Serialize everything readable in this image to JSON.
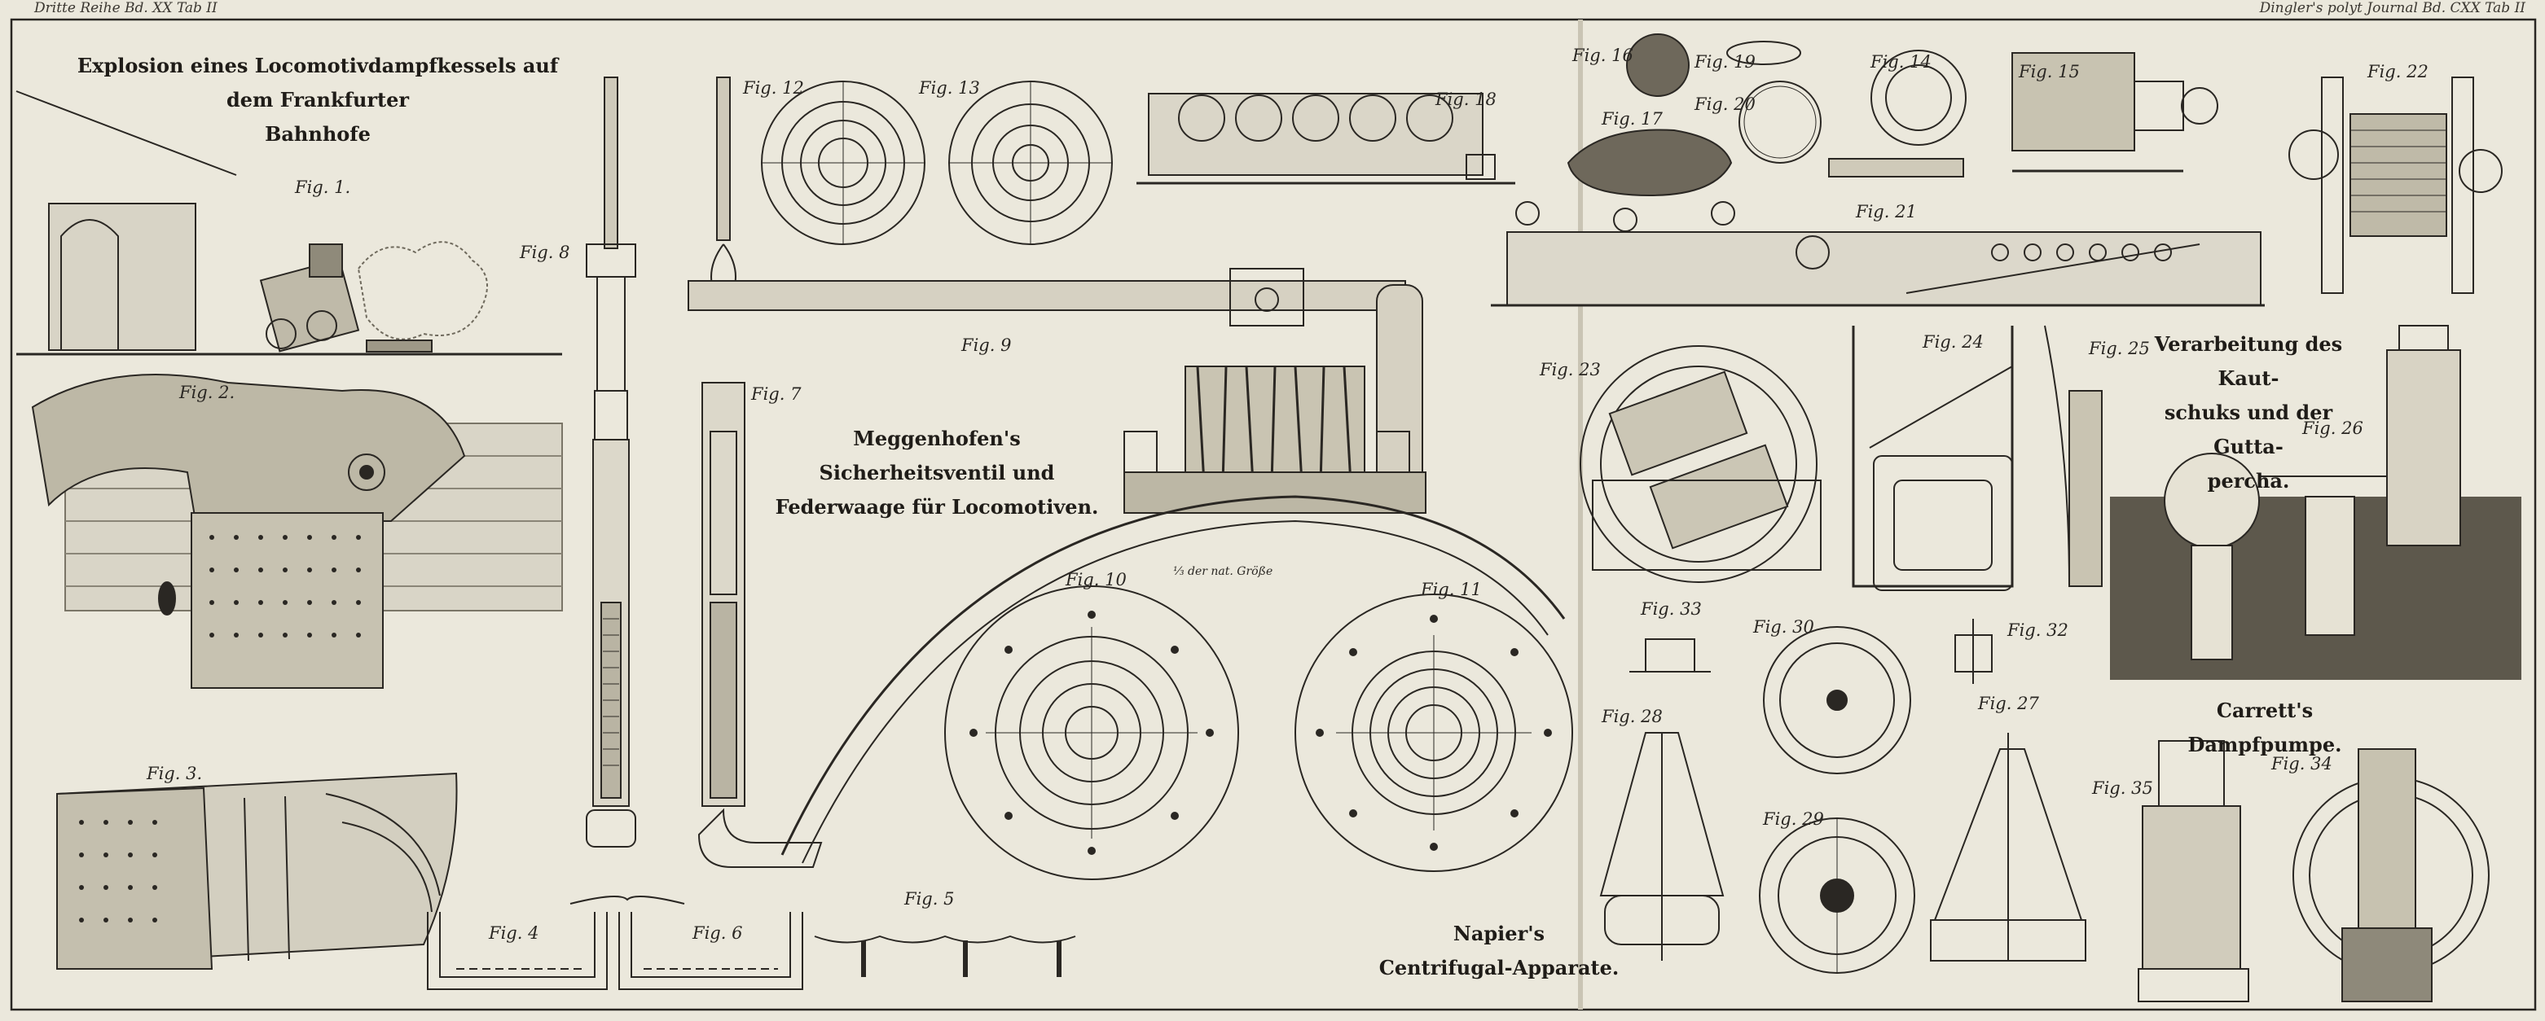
{
  "header": {
    "left": "Dritte Reihe Bd. XX Tab II",
    "right": "Dingler's polyt Journal Bd. CXX Tab II"
  },
  "titles": {
    "explosion_line1": "Explosion eines Locomotivdampfkessels auf dem Frankfurter",
    "explosion_line2": "Bahnhofe",
    "valve_line1": "Meggenhofen's Sicherheitsventil und",
    "valve_line2": "Federwaage für Locomotiven.",
    "napier_line1": "Napier's",
    "napier_line2": "Centrifugal-Apparate.",
    "kautschuk_line1": "Verarbeitung des Kaut-",
    "kautschuk_line2": "schuks und der Gutta-",
    "kautschuk_line3": "percha.",
    "carrett": "Carrett's Dampfpumpe."
  },
  "scale_note": "⅓ der nat. Größe",
  "figures": {
    "f1": "Fig. 1.",
    "f2": "Fig. 2.",
    "f3": "Fig. 3.",
    "f4": "Fig. 4",
    "f5": "Fig. 5",
    "f6": "Fig. 6",
    "f7": "Fig. 7",
    "f8": "Fig. 8",
    "f9": "Fig. 9",
    "f10": "Fig. 10",
    "f11": "Fig. 11",
    "f12": "Fig. 12",
    "f13": "Fig. 13",
    "f14": "Fig. 14",
    "f15": "Fig. 15",
    "f16": "Fig. 16",
    "f17": "Fig. 17",
    "f18": "Fig. 18",
    "f19": "Fig. 19",
    "f20": "Fig. 20",
    "f21": "Fig. 21",
    "f22": "Fig. 22",
    "f23": "Fig. 23",
    "f24": "Fig. 24",
    "f25": "Fig. 25",
    "f26": "Fig. 26",
    "f27": "Fig. 27",
    "f28": "Fig. 28",
    "f29": "Fig. 29",
    "f30": "Fig. 30",
    "f32": "Fig. 32",
    "f33": "Fig. 33",
    "f34": "Fig. 34",
    "f35": "Fig. 35"
  },
  "colors": {
    "paper": "#ebe8dc",
    "ink": "#2a2723"
  }
}
